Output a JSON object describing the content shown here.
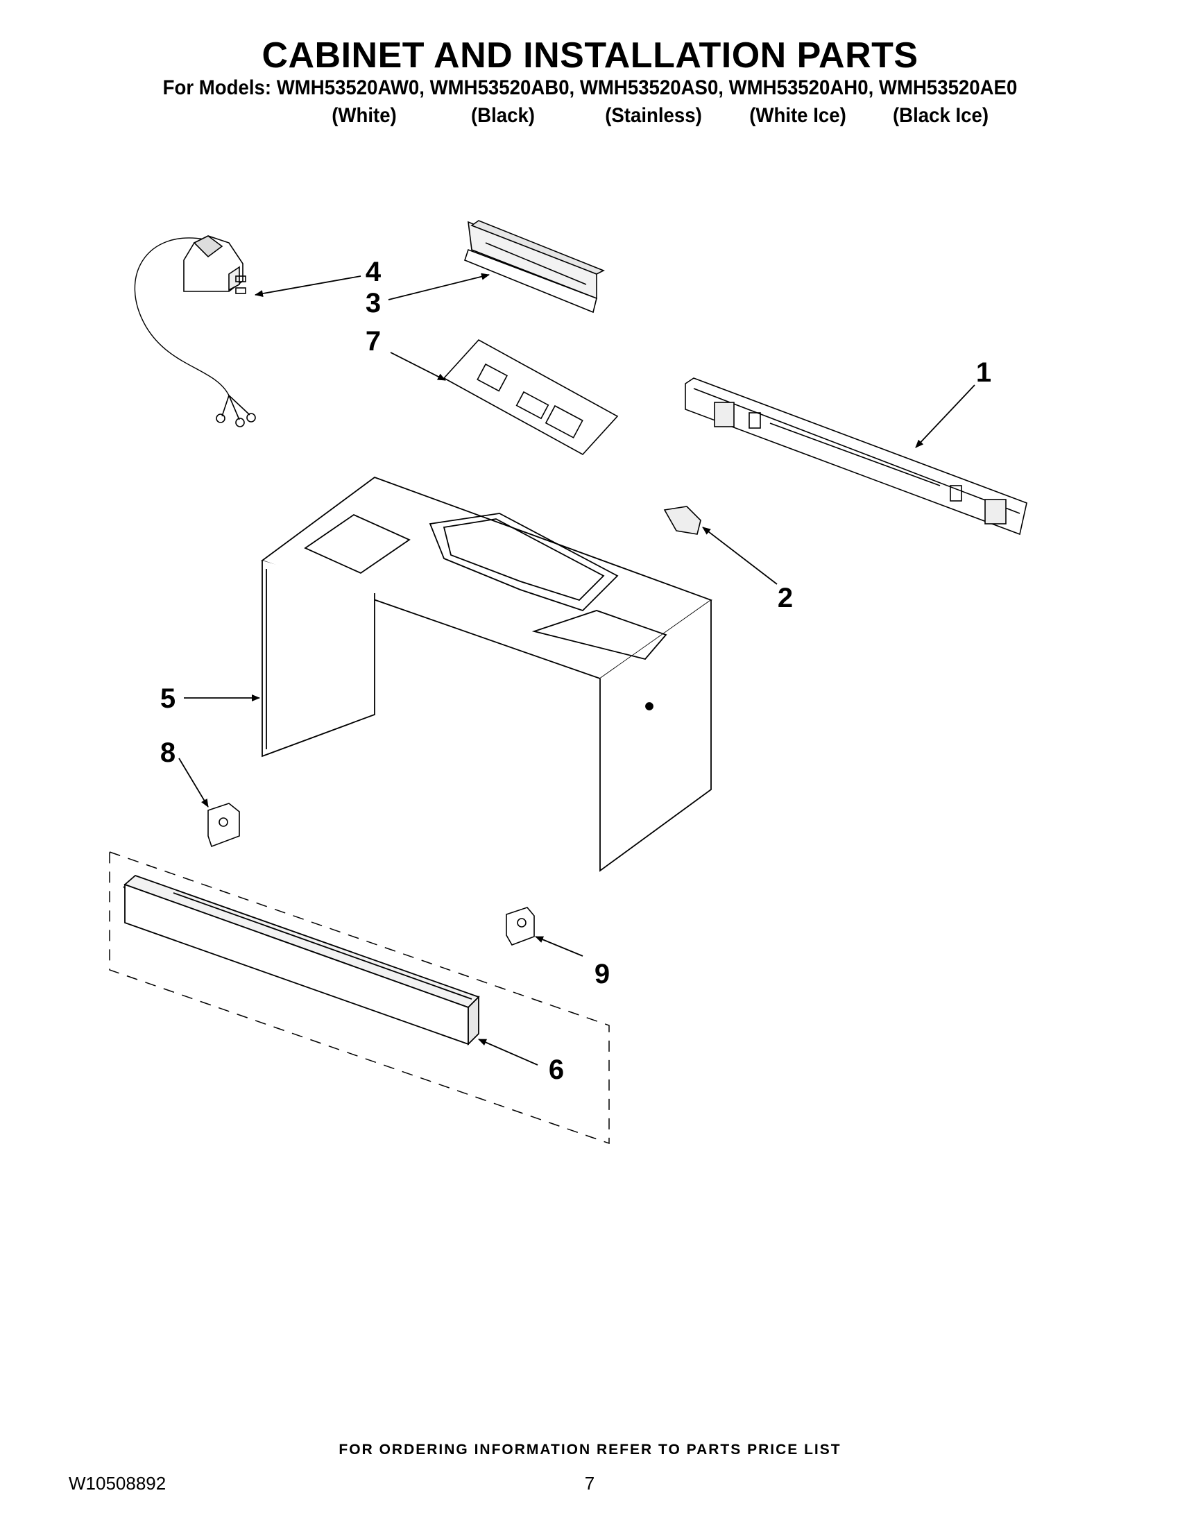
{
  "page": {
    "title": "CABINET AND INSTALLATION PARTS",
    "models_line": "For Models: WMH53520AW0, WMH53520AB0, WMH53520AS0, WMH53520AH0, WMH53520AE0",
    "color_labels": [
      "(White)",
      "(Black)",
      "(Stainless)",
      "(White Ice)",
      "(Black Ice)"
    ]
  },
  "callouts": [
    "1",
    "2",
    "3",
    "4",
    "5",
    "6",
    "7",
    "8",
    "9"
  ],
  "footer": {
    "ordering_info": "FOR ORDERING INFORMATION REFER TO PARTS PRICE LIST",
    "document_number": "W10508892",
    "page_number": "7"
  }
}
